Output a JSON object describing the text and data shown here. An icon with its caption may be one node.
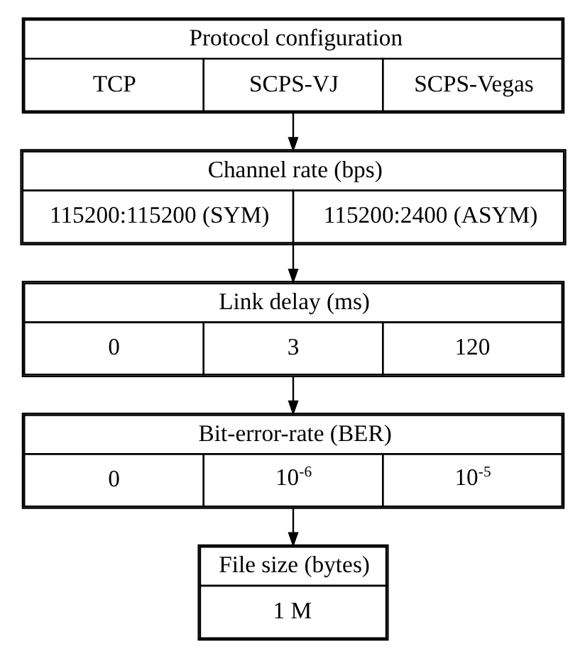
{
  "diagram": {
    "nodes": [
      {
        "text": [
          "Protocol configuration",
          "TCP",
          "SCPS-VJ",
          "SCPS-Vegas"
        ]
      },
      {
        "text": [
          "Channel rate (bps)",
          "115200:115200 (SYM)",
          "115200:2400 (ASYM)"
        ]
      },
      {
        "text": [
          "Link delay (ms)",
          "0",
          "3",
          "120"
        ]
      },
      {
        "text": [
          "Bit-error-rate (BER)",
          "0",
          "10$^{-6}$",
          "10$^{-5}$"
        ]
      },
      {
        "text": [
          "File size (bytes)",
          "1 M"
        ]
      }
    ],
    "edges": [
      {
        "from": 0,
        "to": 1,
        "arrow": "to"
      },
      {
        "from": 1,
        "to": 2,
        "arrow": "to"
      },
      {
        "from": 2,
        "to": 3,
        "arrow": "to"
      },
      {
        "from": 3,
        "to": 4,
        "arrow": "to"
      }
    ]
  }
}
